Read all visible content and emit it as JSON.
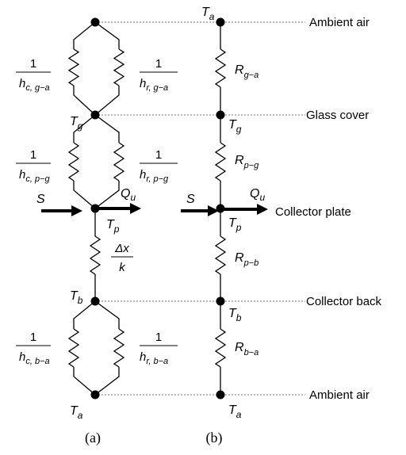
{
  "levels": {
    "ambient_top": "Ambient air",
    "glass_cover": "Glass cover",
    "collector_plate": "Collector plate",
    "collector_back": "Collector back",
    "ambient_bottom": "Ambient air"
  },
  "temps": {
    "ambient": "a",
    "glass": "g",
    "plate": "p",
    "back": "b"
  },
  "circuit_a": {
    "hc_ga": {
      "num": "1",
      "h": "h",
      "sub": "c, g−a"
    },
    "hr_ga": {
      "num": "1",
      "h": "h",
      "sub": "r, g−a"
    },
    "hc_pg": {
      "num": "1",
      "h": "h",
      "sub": "c, p−g"
    },
    "hr_pg": {
      "num": "1",
      "h": "h",
      "sub": "r, p−g"
    },
    "cond": {
      "num": "Δx",
      "den": "k"
    },
    "hc_ba": {
      "num": "1",
      "h": "h",
      "sub": "c, b−a"
    },
    "hr_ba": {
      "num": "1",
      "h": "h",
      "sub": "r, b−a"
    }
  },
  "circuit_b": {
    "R_ga": "g−a",
    "R_pg": "p−g",
    "R_pb": "p−b",
    "R_ba": "b−a"
  },
  "flows": {
    "S": "S",
    "Qu_sym": "Q",
    "Qu_sub": "u"
  },
  "captions": {
    "a": "(a)",
    "b": "(b)"
  }
}
